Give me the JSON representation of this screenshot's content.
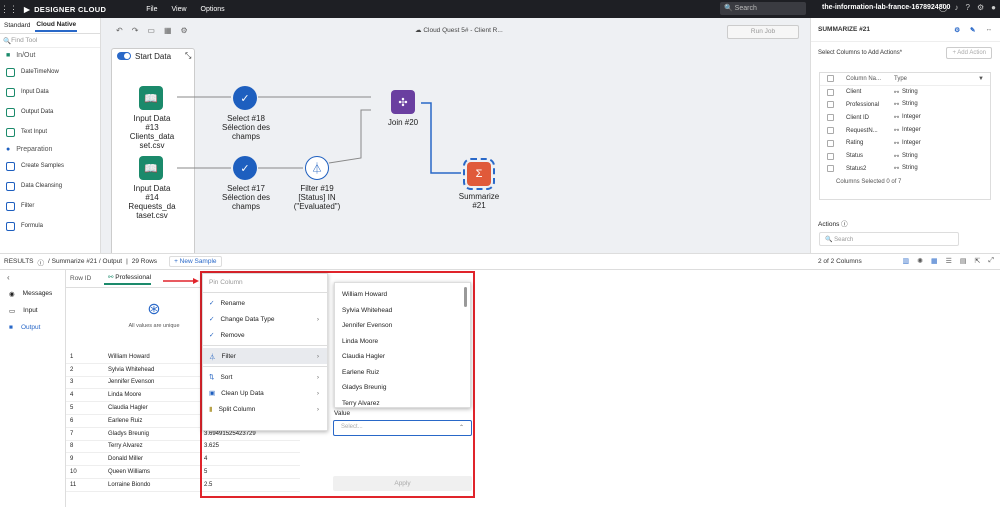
{
  "topbar": {
    "brand": "DESIGNER CLOUD",
    "menus": [
      "File",
      "View",
      "Options"
    ],
    "search_placeholder": "Search",
    "workspace": "the-information-lab-france-1678924800"
  },
  "leftpanel": {
    "tabs": [
      "Standard",
      "Cloud Native"
    ],
    "find_placeholder": "Find Tool",
    "categories": [
      "In/Out",
      "Preparation"
    ],
    "inout_tools": [
      "DateTimeNow",
      "Input Data",
      "Output Data",
      "Text Input"
    ],
    "prep_tools": [
      "Create Samples",
      "Data Cleansing",
      "Filter",
      "Formula"
    ]
  },
  "canvas": {
    "title": "Cloud Quest 5# - Client R...",
    "run_job": "Run Job",
    "start_data": "Start Data",
    "nodes": {
      "input13": {
        "name": "Input Data",
        "num": "#13",
        "file": "Clients_data set.csv"
      },
      "input14": {
        "name": "Input Data",
        "num": "#14",
        "file": "Requests_da taset.csv"
      },
      "select18": {
        "name": "Select #18",
        "desc": "Sélection des champs"
      },
      "select17": {
        "name": "Select #17",
        "desc": "Sélection des champs"
      },
      "filter19": {
        "name": "Filter #19",
        "desc": "[Status] IN (\"Evaluated\")"
      },
      "join20": {
        "name": "Join #20"
      },
      "summarize21": {
        "name": "Summarize #21"
      }
    }
  },
  "rpanel": {
    "title": "SUMMARIZE #21",
    "select_label": "Select Columns to Add Actions*",
    "add_action": "+ Add Action",
    "col_header": "Column Na...",
    "type_header": "Type",
    "columns": [
      {
        "name": "Client",
        "type": "String"
      },
      {
        "name": "Professional",
        "type": "String"
      },
      {
        "name": "Client ID",
        "type": "Integer"
      },
      {
        "name": "RequestN...",
        "type": "Integer"
      },
      {
        "name": "Rating",
        "type": "Integer"
      },
      {
        "name": "Status",
        "type": "String"
      },
      {
        "name": "Status2",
        "type": "String"
      }
    ],
    "selected_label": "Columns Selected",
    "selected_count": "0 of 7",
    "actions_label": "Actions",
    "search_placeholder": "Search"
  },
  "results": {
    "label": "RESULTS",
    "breadcrumb": "/ Summarize #21 / Output",
    "rows": "29 Rows",
    "new_sample": "New Sample",
    "columns_count": "2 of 2 Columns",
    "nav": [
      "Messages",
      "Input",
      "Output"
    ],
    "col_rowid": "Row ID",
    "col_prof": "Professional",
    "unique_note": "All values are unique",
    "data": [
      {
        "id": "1",
        "name": "William Howard",
        "val": ""
      },
      {
        "id": "2",
        "name": "Sylvia Whitehead",
        "val": ""
      },
      {
        "id": "3",
        "name": "Jennifer Evenson",
        "val": ""
      },
      {
        "id": "4",
        "name": "Linda Moore",
        "val": ""
      },
      {
        "id": "5",
        "name": "Claudia Hagler",
        "val": ""
      },
      {
        "id": "6",
        "name": "Earlene Ruiz",
        "val": ""
      },
      {
        "id": "7",
        "name": "Gladys Breunig",
        "val": "3.69491525423729"
      },
      {
        "id": "8",
        "name": "Terry Alvarez",
        "val": "3.625"
      },
      {
        "id": "9",
        "name": "Donald Miller",
        "val": "4"
      },
      {
        "id": "10",
        "name": "Queen Williams",
        "val": "5"
      },
      {
        "id": "11",
        "name": "Lorraine Biondo",
        "val": "2.5"
      }
    ]
  },
  "context_menu": {
    "pin": "Pin Column",
    "items": [
      "Rename",
      "Change Data Type",
      "Remove",
      "Filter",
      "Sort",
      "Clean Up Data",
      "Split Column"
    ]
  },
  "value_list": {
    "items": [
      "William Howard",
      "Sylvia Whitehead",
      "Jennifer Evenson",
      "Linda Moore",
      "Claudia Hagler",
      "Earlene Ruiz",
      "Gladys Breunig",
      "Terry Alvarez"
    ],
    "value_label": "Value",
    "select_placeholder": "Select...",
    "apply": "Apply"
  },
  "colors": {
    "accent": "#2968c8",
    "highlight": "#e0242b",
    "input_node": "#1b8a6b",
    "select_node": "#1e5fbf",
    "join_node": "#6a3fa0",
    "summarize_node": "#e05a3a"
  }
}
